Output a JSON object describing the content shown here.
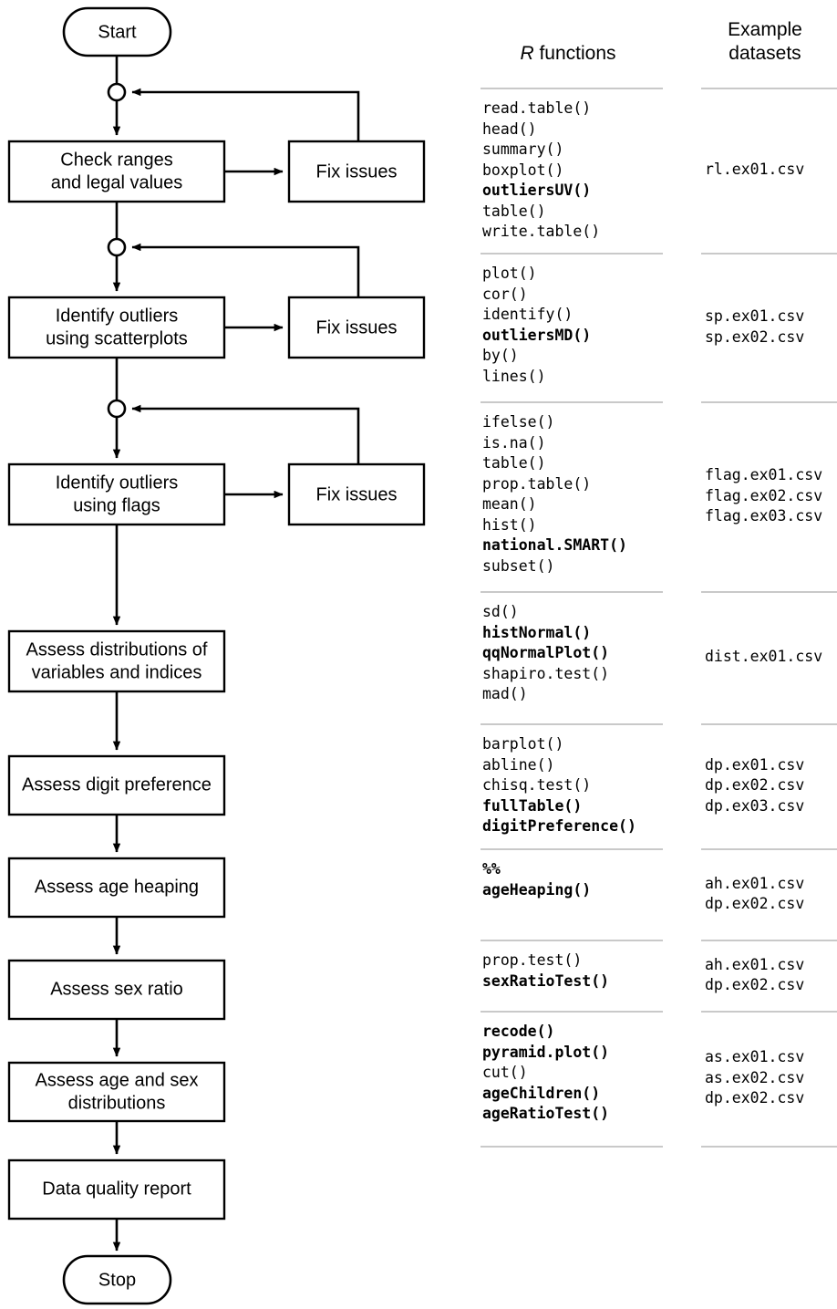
{
  "flowchart": {
    "start_label": "Start",
    "stop_label": "Stop",
    "fix_label": "Fix issues",
    "steps": [
      {
        "id": "check-ranges",
        "label_lines": [
          "Check ranges",
          "and legal values"
        ],
        "has_fix_loop": true
      },
      {
        "id": "identify-outliers-scatterplots",
        "label_lines": [
          "Identify outliers",
          "using scatterplots"
        ],
        "has_fix_loop": true
      },
      {
        "id": "identify-outliers-flags",
        "label_lines": [
          "Identify outliers",
          "using flags"
        ],
        "has_fix_loop": true
      },
      {
        "id": "assess-distributions",
        "label_lines": [
          "Assess distributions of",
          "variables and indices"
        ],
        "has_fix_loop": false
      },
      {
        "id": "assess-digit-preference",
        "label_lines": [
          "Assess digit preference"
        ],
        "has_fix_loop": false
      },
      {
        "id": "assess-age-heaping",
        "label_lines": [
          "Assess age heaping"
        ],
        "has_fix_loop": false
      },
      {
        "id": "assess-sex-ratio",
        "label_lines": [
          "Assess sex ratio"
        ],
        "has_fix_loop": false
      },
      {
        "id": "assess-age-sex-distributions",
        "label_lines": [
          "Assess age and sex",
          "distributions"
        ],
        "has_fix_loop": false
      },
      {
        "id": "data-quality-report",
        "label_lines": [
          "Data quality report"
        ],
        "has_fix_loop": false
      }
    ]
  },
  "reference_table": {
    "headers": {
      "functions_prefix": "R",
      "functions_suffix": " functions",
      "datasets_line1": "Example",
      "datasets_line2": "datasets"
    },
    "sections": [
      {
        "functions": [
          {
            "name": "read.table()",
            "bold": false
          },
          {
            "name": "head()",
            "bold": false
          },
          {
            "name": "summary()",
            "bold": false
          },
          {
            "name": "boxplot()",
            "bold": false
          },
          {
            "name": "outliersUV()",
            "bold": true
          },
          {
            "name": "table()",
            "bold": false
          },
          {
            "name": "write.table()",
            "bold": false
          }
        ],
        "datasets": [
          "rl.ex01.csv"
        ]
      },
      {
        "functions": [
          {
            "name": "plot()",
            "bold": false
          },
          {
            "name": "cor()",
            "bold": false
          },
          {
            "name": "identify()",
            "bold": false
          },
          {
            "name": "outliersMD()",
            "bold": true
          },
          {
            "name": "by()",
            "bold": false
          },
          {
            "name": "lines()",
            "bold": false
          }
        ],
        "datasets": [
          "sp.ex01.csv",
          "sp.ex02.csv"
        ]
      },
      {
        "functions": [
          {
            "name": "ifelse()",
            "bold": false
          },
          {
            "name": "is.na()",
            "bold": false
          },
          {
            "name": "table()",
            "bold": false
          },
          {
            "name": "prop.table()",
            "bold": false
          },
          {
            "name": "mean()",
            "bold": false
          },
          {
            "name": "hist()",
            "bold": false
          },
          {
            "name": "national.SMART()",
            "bold": true
          },
          {
            "name": "subset()",
            "bold": false
          }
        ],
        "datasets": [
          "flag.ex01.csv",
          "flag.ex02.csv",
          "flag.ex03.csv"
        ]
      },
      {
        "functions": [
          {
            "name": "sd()",
            "bold": false
          },
          {
            "name": "histNormal()",
            "bold": true
          },
          {
            "name": "qqNormalPlot()",
            "bold": true
          },
          {
            "name": "shapiro.test()",
            "bold": false
          },
          {
            "name": "mad()",
            "bold": false
          }
        ],
        "datasets": [
          "dist.ex01.csv"
        ]
      },
      {
        "functions": [
          {
            "name": "barplot()",
            "bold": false
          },
          {
            "name": "abline()",
            "bold": false
          },
          {
            "name": "chisq.test()",
            "bold": false
          },
          {
            "name": "fullTable()",
            "bold": true
          },
          {
            "name": "digitPreference()",
            "bold": true
          }
        ],
        "datasets": [
          "dp.ex01.csv",
          "dp.ex02.csv",
          "dp.ex03.csv"
        ]
      },
      {
        "functions": [
          {
            "name": "%%",
            "bold": true
          },
          {
            "name": "ageHeaping()",
            "bold": true
          }
        ],
        "datasets": [
          "ah.ex01.csv",
          "dp.ex02.csv"
        ]
      },
      {
        "functions": [
          {
            "name": "prop.test()",
            "bold": false
          },
          {
            "name": "sexRatioTest()",
            "bold": true
          }
        ],
        "datasets": [
          "ah.ex01.csv",
          "dp.ex02.csv"
        ]
      },
      {
        "functions": [
          {
            "name": "recode()",
            "bold": true
          },
          {
            "name": "pyramid.plot()",
            "bold": true
          },
          {
            "name": "cut()",
            "bold": false
          },
          {
            "name": "ageChildren()",
            "bold": true
          },
          {
            "name": "ageRatioTest()",
            "bold": true
          }
        ],
        "datasets": [
          "as.ex01.csv",
          "as.ex02.csv",
          "dp.ex02.csv"
        ]
      }
    ]
  },
  "colors": {
    "stroke": "#000000",
    "background": "#ffffff",
    "rule": "#c9c9c9"
  }
}
